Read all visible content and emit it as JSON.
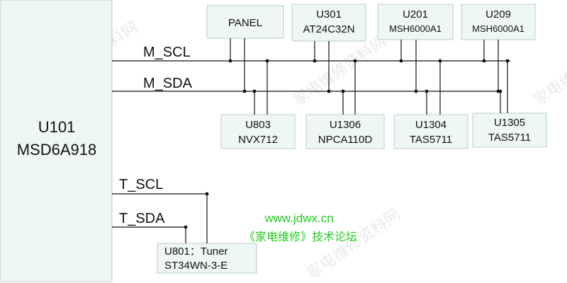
{
  "main_chip": {
    "ref": "U101",
    "part": "MSD6A918"
  },
  "buses": {
    "m_scl": "M_SCL",
    "m_sda": "M_SDA",
    "t_scl": "T_SCL",
    "t_sda": "T_SDA"
  },
  "top_chips": [
    {
      "ref": "",
      "part": "PANEL"
    },
    {
      "ref": "U301",
      "part": "AT24C32N"
    },
    {
      "ref": "U201",
      "part": "MSH6000A1"
    },
    {
      "ref": "U209",
      "part": "MSH6000A1"
    }
  ],
  "bottom_chips": [
    {
      "ref": "U803",
      "part": "NVX712"
    },
    {
      "ref": "U1306",
      "part": "NPCA110D"
    },
    {
      "ref": "U1304",
      "part": "TAS5711"
    },
    {
      "ref": "U1305",
      "part": "TAS5711"
    }
  ],
  "tuner": {
    "line1": "U801：Tuner",
    "line2": "ST34WN-3-E"
  },
  "watermark": {
    "site": "www.jdwx.cn",
    "forum": "《家电维修》技术论坛",
    "faint": "家电维修资料网"
  },
  "colors": {
    "chip_fill": "#eef6f6",
    "chip_border": "#b9cfcf",
    "wire": "#111111",
    "watermark_green": "#22cc22"
  }
}
